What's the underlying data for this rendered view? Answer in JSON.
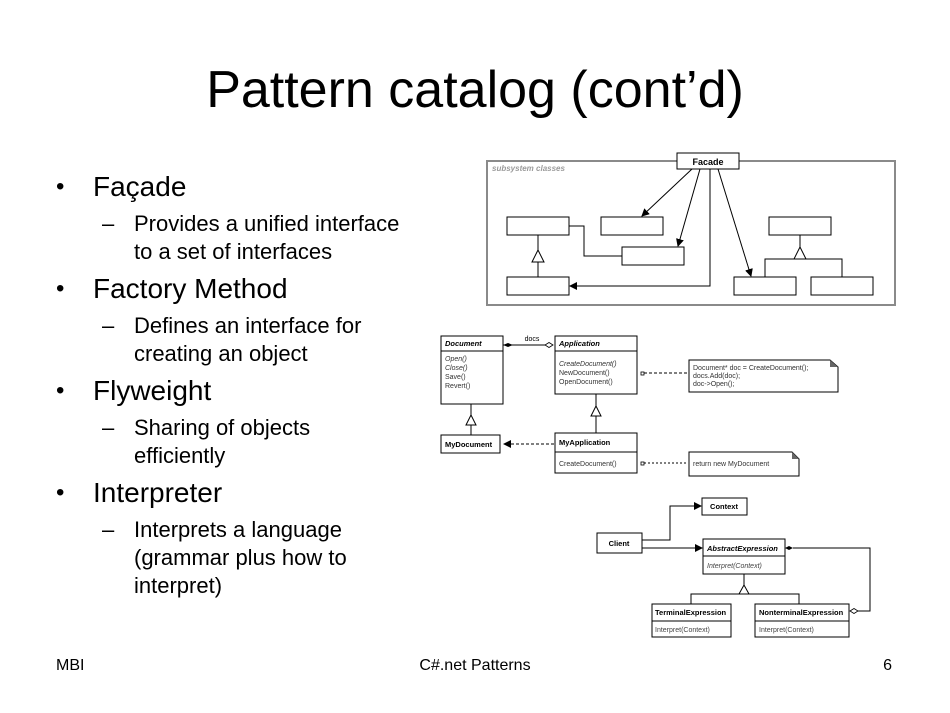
{
  "slide": {
    "title": "Pattern catalog (cont’d)",
    "bullets": [
      {
        "label": "Façade",
        "sub": [
          "Provides a unified interface",
          "to a set of interfaces"
        ]
      },
      {
        "label": "Factory Method",
        "sub": [
          "Defines an interface for",
          "creating an object"
        ]
      },
      {
        "label": "Flyweight",
        "sub": [
          "Sharing of objects",
          "efficiently"
        ]
      },
      {
        "label": "Interpreter",
        "sub": [
          "Interprets a language",
          "(grammar plus how to",
          "interpret)"
        ]
      }
    ],
    "bullet_glyph": "•",
    "dash_glyph": "–"
  },
  "footer": {
    "left": "MBI",
    "center": "C#.net Patterns",
    "page_number": "6"
  },
  "diagrams": {
    "facade": {
      "facade_label": "Facade",
      "package_label": "subsystem classes"
    },
    "factory_method": {
      "document": {
        "name": "Document",
        "ops": [
          "Open()",
          "Close()",
          "Save()",
          "Revert()"
        ]
      },
      "application": {
        "name": "Application",
        "ops": [
          "CreateDocument()",
          "NewDocument()",
          "OpenDocument()"
        ]
      },
      "association_label": "docs",
      "my_document": "MyDocument",
      "my_application": {
        "name": "MyApplication",
        "ops": [
          "CreateDocument()"
        ]
      },
      "note1": [
        "Document* doc = CreateDocument();",
        "docs.Add(doc);",
        "doc->Open();"
      ],
      "note2": [
        "return new MyDocument"
      ]
    },
    "interpreter": {
      "context": "Context",
      "client": "Client",
      "abstract_expression": {
        "name": "AbstractExpression",
        "ops": [
          "Interpret(Context)"
        ]
      },
      "terminal_expression": {
        "name": "TerminalExpression",
        "ops": [
          "Interpret(Context)"
        ]
      },
      "nonterminal_expression": {
        "name": "NonterminalExpression",
        "ops": [
          "Interpret(Context)"
        ]
      }
    }
  },
  "colors": {
    "text": "#000000",
    "diagram_line": "#000000",
    "package_border": "#8a8a8a",
    "package_label": "#9a9a9a",
    "operation_text": "#555555"
  }
}
